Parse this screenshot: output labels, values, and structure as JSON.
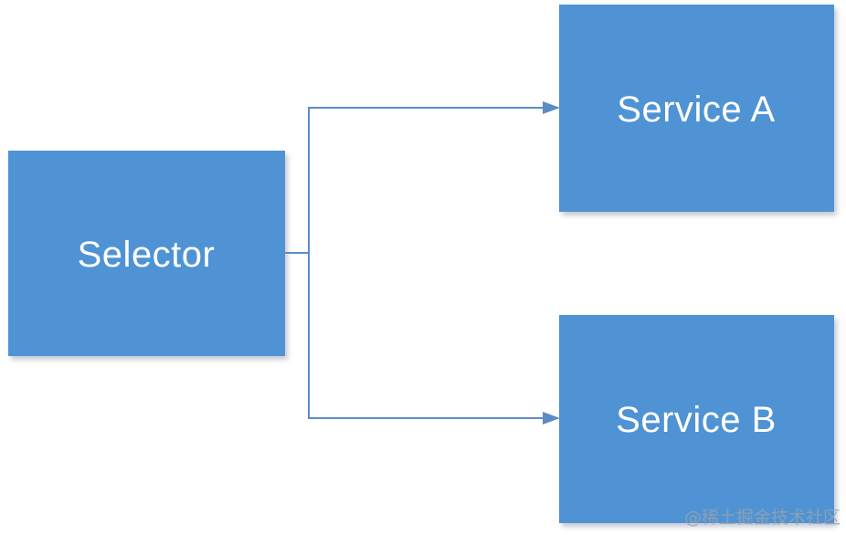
{
  "diagram": {
    "type": "flowchart",
    "nodes": [
      {
        "id": "selector",
        "label": "Selector"
      },
      {
        "id": "service-a",
        "label": "Service A"
      },
      {
        "id": "service-b",
        "label": "Service B"
      }
    ],
    "edges": [
      {
        "from": "Selector",
        "to": "Service A",
        "style": "elbow-arrow"
      },
      {
        "from": "Selector",
        "to": "Service B",
        "style": "elbow-arrow"
      }
    ],
    "colors": {
      "node_fill": "#4f93d4",
      "node_text": "#ffffff",
      "connector": "#5b8dc5",
      "background": "#ffffff"
    }
  },
  "watermark": {
    "text": "@稀土掘金技术社区",
    "color": "#9aa2ad"
  }
}
